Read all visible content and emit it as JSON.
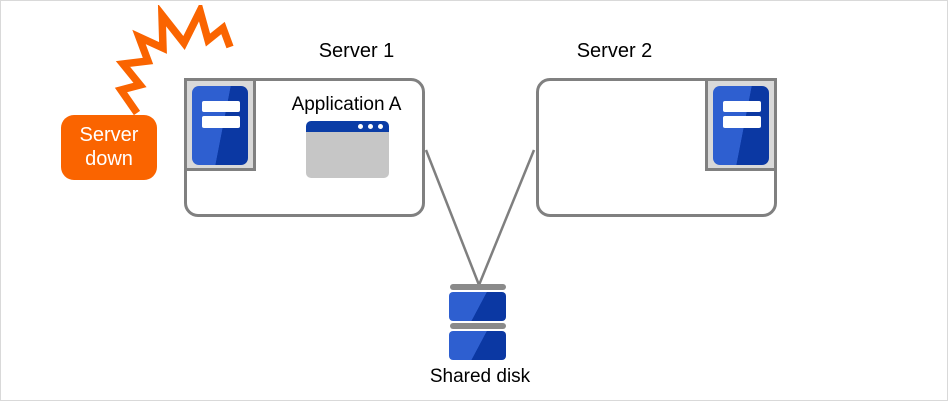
{
  "callout": {
    "line1": "Server",
    "line2": "down"
  },
  "servers": [
    {
      "label": "Server 1",
      "app_label": "Application A"
    },
    {
      "label": "Server 2"
    }
  ],
  "shared_disk": {
    "label": "Shared disk"
  },
  "icons": {
    "crash_flash": "crash-flash-icon",
    "tower_server": "tower-server-icon",
    "app_window": "application-window-icon",
    "disk": "shared-disk-icon"
  },
  "colors": {
    "accent-orange": "#FA6400",
    "blue-light": "#2E5FD0",
    "blue-dark": "#0B38A3",
    "titlebar-blue": "#0B3DA6",
    "frame-gray": "#D9D9D9",
    "border-gray": "#808080",
    "line-gray": "#7F7F7F",
    "window-gray": "#C6C6C6",
    "bar-gray": "#8A8A8A",
    "page-border": "#D9D9D9"
  }
}
